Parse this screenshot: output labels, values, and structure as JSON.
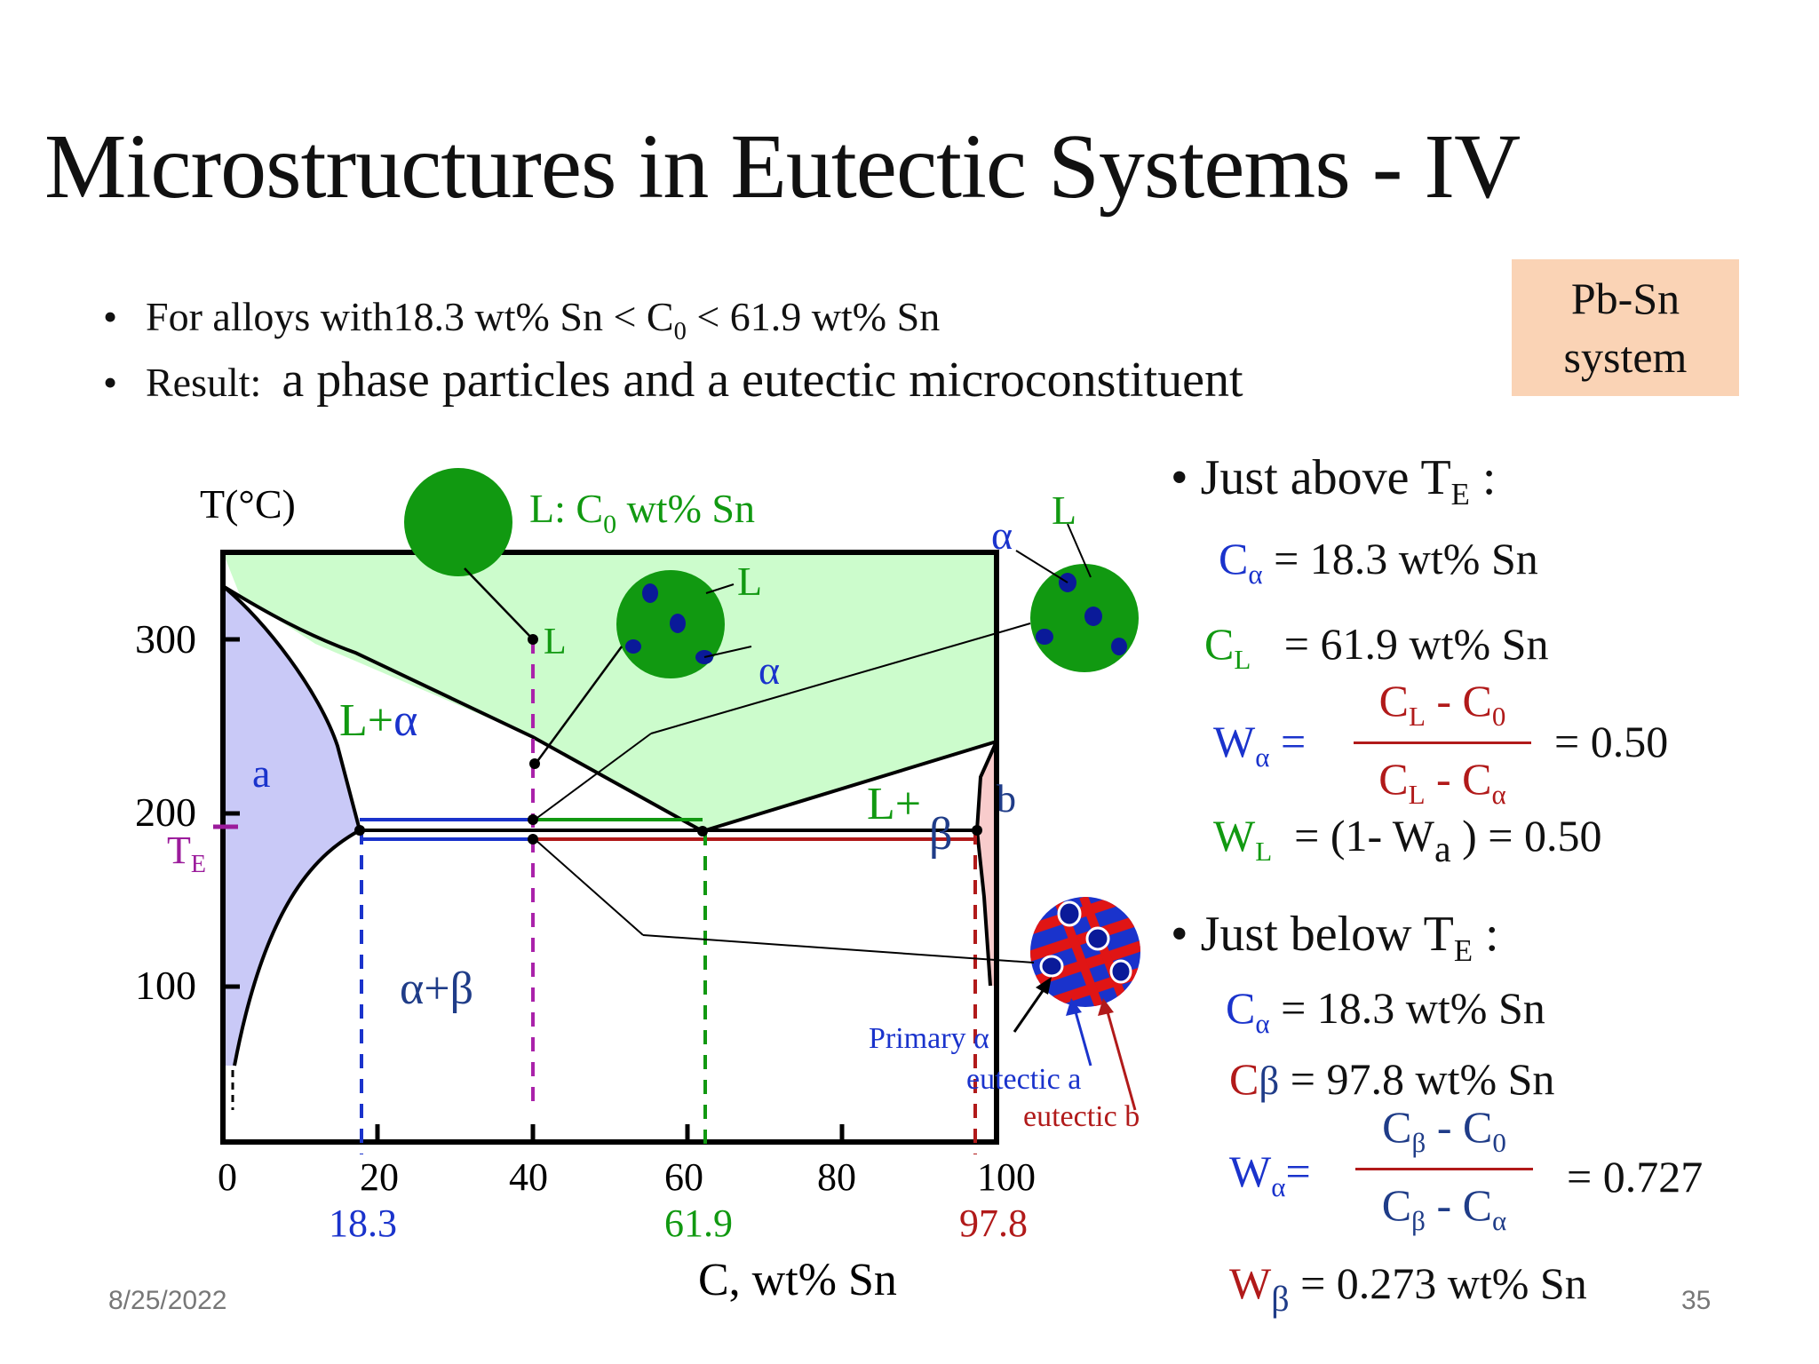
{
  "title": "Microstructures in Eutectic Systems - IV",
  "system_box": {
    "line1": "Pb-Sn",
    "line2": "system"
  },
  "bullets": [
    {
      "pre": "For alloys with18.3 wt% Sn < C",
      "sub": "0",
      "post": " < 61.9 wt% Sn"
    },
    {
      "label": "Result:",
      "text": "a phase particles and a eutectic microconstituent"
    }
  ],
  "diagram": {
    "y_axis_label": "T(°C)",
    "x_axis_label": "C, wt% Sn",
    "x_ticks": [
      "0",
      "20",
      "40",
      "60",
      "80",
      "100"
    ],
    "y_ticks": [
      "300",
      "200",
      "100"
    ],
    "te_label": "T",
    "te_sub": "E",
    "compositions": [
      "18.3",
      "61.9",
      "97.8"
    ],
    "region_a": "a",
    "region_b": "b",
    "region_l_alpha": "L+",
    "region_l_alpha_sym": "α",
    "region_l_beta": "L+",
    "region_l_beta_sym": "β",
    "region_ab": "α+β",
    "melt_label": "L:  C",
    "melt_sub": "0",
    "melt_post": " wt% Sn",
    "point_L": "L",
    "mid_L": "L",
    "mid_alpha": "α",
    "right_alpha": "α",
    "right_L": "L",
    "primary_alpha": "Primary α",
    "eutectic_a": "eutectic  a",
    "eutectic_b": "eutectic  b",
    "colors": {
      "liquid": "#ccfccc",
      "alpha_region": "#c9c9f7",
      "beta_region": "#f8cccc",
      "te": "#9b1b9b"
    }
  },
  "above": {
    "heading": "Just above T",
    "heading_sub": "E",
    "c_alpha": "= 18.3 wt% Sn",
    "c_l": "= 61.9 wt% Sn",
    "w_alpha_num": "C",
    "w_alpha_den": "C",
    "w_alpha_val": "= 0.50",
    "w_l": "= (1-  W",
    "w_l_tail": " ) = 0.50"
  },
  "below": {
    "heading": "Just below T",
    "heading_sub": "E",
    "c_alpha": "= 18.3 wt% Sn",
    "c_beta": "= 97.8 wt% Sn",
    "w_alpha_val": "= 0.727",
    "w_beta": "= 0.273 wt% Sn"
  },
  "footer": {
    "date": "8/25/2022",
    "page": "35"
  }
}
